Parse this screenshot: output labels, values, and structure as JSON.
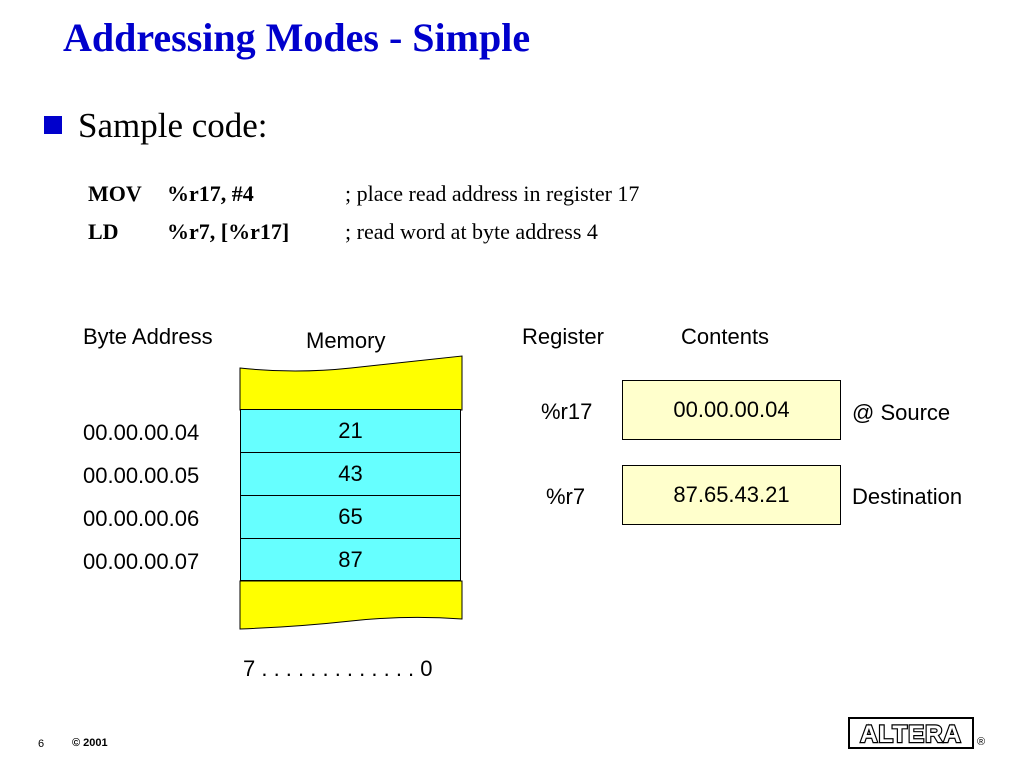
{
  "slide": {
    "title": "Addressing Modes - Simple",
    "bullet": "Sample code:",
    "code": [
      {
        "op": "MOV",
        "args": "%r17, #4",
        "comment": "; place read address in register 17"
      },
      {
        "op": "LD",
        "args": "%r7, [%r17]",
        "comment": "; read word at byte address 4"
      }
    ]
  },
  "memory": {
    "byte_address_header": "Byte Address",
    "memory_header": "Memory",
    "rows": [
      {
        "address": "00.00.00.04",
        "value": "21"
      },
      {
        "address": "00.00.00.05",
        "value": "43"
      },
      {
        "address": "00.00.00.06",
        "value": "65"
      },
      {
        "address": "00.00.00.07",
        "value": "87"
      }
    ],
    "bit_range": "7 . . . . . . . . . . . . . 0"
  },
  "registers": {
    "register_header": "Register",
    "contents_header": "Contents",
    "rows": [
      {
        "name": "%r17",
        "contents": "00.00.00.04",
        "role": "@ Source"
      },
      {
        "name": "%r7",
        "contents": "87.65.43.21",
        "role": "Destination"
      }
    ]
  },
  "footer": {
    "page_number": "6",
    "copyright": "© 2001",
    "logo_text": "ALTERA",
    "registered": "®"
  },
  "colors": {
    "title": "#0000cc",
    "memory_cyan": "#66ffff",
    "memory_yellow": "#ffff00",
    "register_fill": "#ffffcc"
  }
}
